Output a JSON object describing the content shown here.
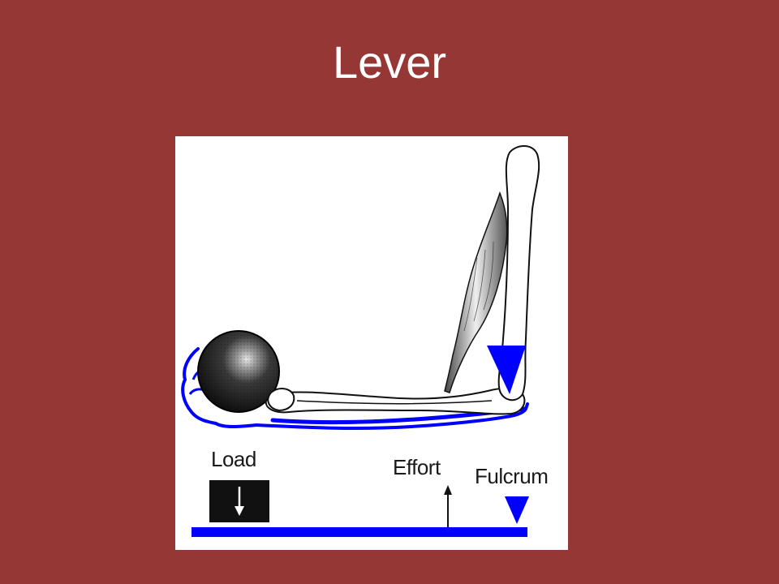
{
  "slide": {
    "title": "Lever"
  },
  "diagram": {
    "labels": {
      "load": "Load",
      "effort": "Effort",
      "fulcrum": "Fulcrum"
    },
    "colors": {
      "background": "#953735",
      "panel": "#ffffff",
      "accent_blue": "#0000ff",
      "ball": "#1a1a1a",
      "title_text": "#ffffff"
    }
  }
}
